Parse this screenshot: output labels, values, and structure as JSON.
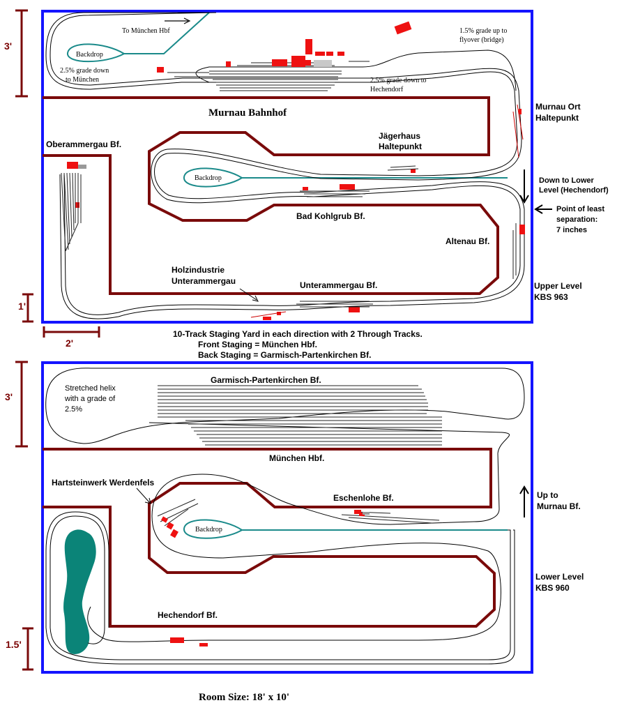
{
  "upper": {
    "scale_3ft": "3'",
    "scale_1ft": "1'",
    "scale_2ft": "2'",
    "to_munchen": "To München Hbf",
    "backdrop_label": "Backdrop",
    "grade_down_munchen_1": "2.5% grade down",
    "grade_down_munchen_2": "to München",
    "grade_up_1": "1.5% grade up to",
    "grade_up_2": "flyover (bridge)",
    "grade_down_hech_1": "2.5% grade down to",
    "grade_down_hech_2": "Hechendorf",
    "murnau_bahnhof": "Murnau Bahnhof",
    "murnau_ort_1": "Murnau Ort",
    "murnau_ort_2": "Haltepunkt",
    "oberammergau": "Oberammergau Bf.",
    "jagerhaus_1": "Jägerhaus",
    "jagerhaus_2": "Haltepunkt",
    "down_lower_1": "Down to Lower",
    "down_lower_2": "Level (Hechendorf)",
    "least_sep_1": "Point of least",
    "least_sep_2": "separation:",
    "least_sep_3": "7 inches",
    "bad_kohlgrub": "Bad Kohlgrub Bf.",
    "altenau": "Altenau Bf.",
    "holz_1": "Holzindustrie",
    "holz_2": "Unterammergau",
    "unterammergau": "Unterammergau Bf.",
    "level_1": "Upper Level",
    "level_2": "KBS 963"
  },
  "staging_note": {
    "line1": "10-Track Staging Yard in each direction with 2 Through Tracks.",
    "line2": "Front Staging = München Hbf.",
    "line3": "Back Staging = Garmisch-Partenkirchen Bf."
  },
  "lower": {
    "scale_3ft": "3'",
    "scale_15ft": "1.5'",
    "helix_1": "Stretched helix",
    "helix_2": "with a grade of",
    "helix_3": "2.5%",
    "garmisch": "Garmisch-Partenkirchen Bf.",
    "munchen_hbf": "München Hbf.",
    "hartstein": "Hartsteinwerk Werdenfels",
    "eschenlohe": "Eschenlohe Bf.",
    "backdrop_label": "Backdrop",
    "up_murnau_1": "Up to",
    "up_murnau_2": "Murnau Bf.",
    "hechendorf": "Hechendorf Bf.",
    "level_1": "Lower Level",
    "level_2": "KBS 960"
  },
  "room_size": "Room Size: 18' x 10'",
  "colors": {
    "frame": "#1414ff",
    "benchwork": "#7a0a0a",
    "buildings": "#ee1111",
    "backdrop": "#1a8a8a"
  }
}
